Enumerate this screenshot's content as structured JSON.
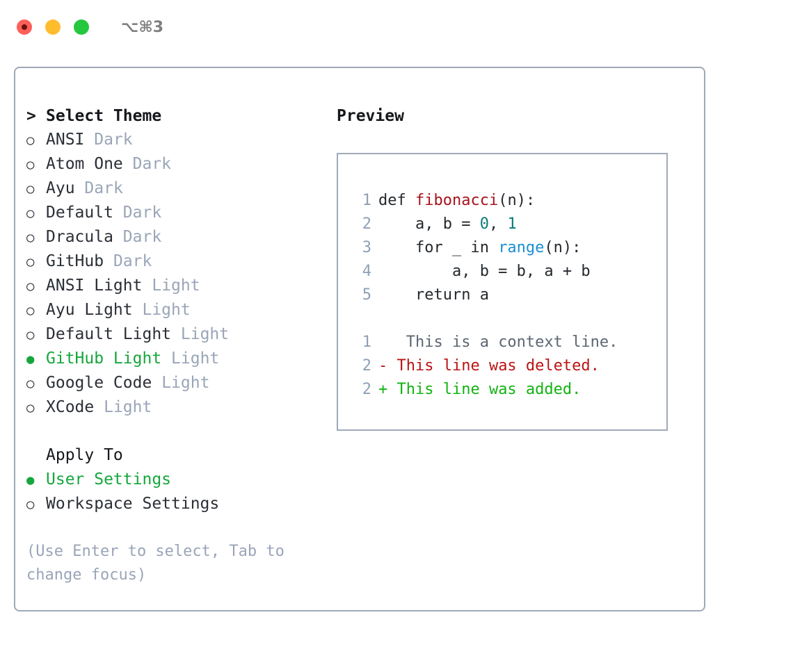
{
  "titlebar": {
    "shortcut": "⌥⌘3",
    "buttons": [
      {
        "name": "close",
        "color": "#fc6058"
      },
      {
        "name": "minimize",
        "color": "#ffbd2e"
      },
      {
        "name": "maximize",
        "color": "#25c73f"
      }
    ]
  },
  "theme_picker": {
    "header_marker": ">",
    "header": "Select Theme",
    "bullet_unselected": "○",
    "bullet_selected": "●",
    "items": [
      {
        "name": "ANSI",
        "badge": "Dark",
        "selected": false
      },
      {
        "name": "Atom One",
        "badge": "Dark",
        "selected": false
      },
      {
        "name": "Ayu",
        "badge": "Dark",
        "selected": false
      },
      {
        "name": "Default",
        "badge": "Dark",
        "selected": false
      },
      {
        "name": "Dracula",
        "badge": "Dark",
        "selected": false
      },
      {
        "name": "GitHub",
        "badge": "Dark",
        "selected": false
      },
      {
        "name": "ANSI Light",
        "badge": "Light",
        "selected": false
      },
      {
        "name": "Ayu Light",
        "badge": "Light",
        "selected": false
      },
      {
        "name": "Default Light",
        "badge": "Light",
        "selected": false
      },
      {
        "name": "GitHub Light",
        "badge": "Light",
        "selected": true
      },
      {
        "name": "Google Code",
        "badge": "Light",
        "selected": false
      },
      {
        "name": "XCode",
        "badge": "Light",
        "selected": false
      }
    ]
  },
  "apply_to": {
    "header": "Apply To",
    "items": [
      {
        "name": "User Settings",
        "selected": true
      },
      {
        "name": "Workspace Settings",
        "selected": false
      }
    ]
  },
  "hint": "(Use Enter to select, Tab to change focus)",
  "preview": {
    "title": "Preview",
    "code_lines": [
      {
        "no": "1",
        "tokens": [
          {
            "t": "def ",
            "c": "tok-def"
          },
          {
            "t": "fibonacci",
            "c": "tok-fn"
          },
          {
            "t": "(n):",
            "c": "code-text"
          }
        ]
      },
      {
        "no": "2",
        "tokens": [
          {
            "t": "    a, b = ",
            "c": "code-text"
          },
          {
            "t": "0",
            "c": "tok-num"
          },
          {
            "t": ", ",
            "c": "code-text"
          },
          {
            "t": "1",
            "c": "tok-num"
          }
        ]
      },
      {
        "no": "3",
        "tokens": [
          {
            "t": "    for _ in ",
            "c": "code-text"
          },
          {
            "t": "range",
            "c": "tok-call"
          },
          {
            "t": "(n):",
            "c": "code-text"
          }
        ]
      },
      {
        "no": "4",
        "tokens": [
          {
            "t": "        a, b = b, a + b",
            "c": "code-text"
          }
        ]
      },
      {
        "no": "5",
        "tokens": [
          {
            "t": "    return a",
            "c": "code-text"
          }
        ]
      }
    ],
    "diff_lines": [
      {
        "no": "1",
        "marker": " ",
        "text": "  This is a context line.",
        "kind": "diff-ctx"
      },
      {
        "no": "2",
        "marker": "-",
        "text": " This line was deleted.",
        "kind": "diff-del"
      },
      {
        "no": "2",
        "marker": "+",
        "text": " This line was added.",
        "kind": "diff-add"
      }
    ]
  },
  "colors": {
    "accent_green": "#16a63c",
    "border": "#9fa9b8",
    "muted": "#9aa5b8",
    "diff_add": "#12b312",
    "diff_del": "#bb1414",
    "fn_red": "#a8121c",
    "num_teal": "#0a7a77",
    "call_blue": "#1a8fd1"
  }
}
